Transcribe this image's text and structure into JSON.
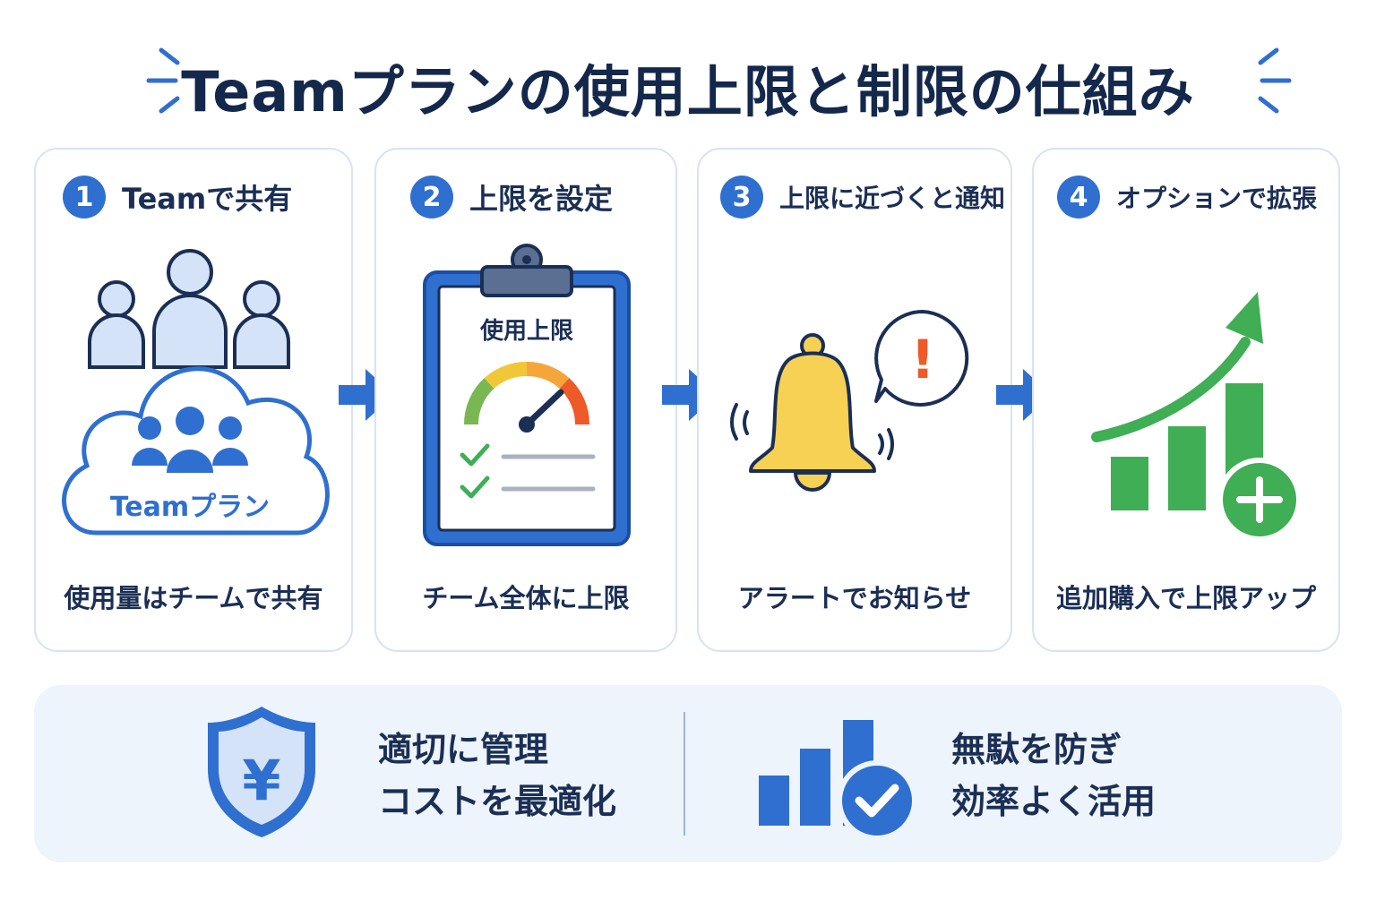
{
  "title": "Teamプランの使用上限と制限の仕組み",
  "steps": [
    {
      "number": "1",
      "title": "Teamで共有",
      "illustration_label": "Teamプラン",
      "caption": "使用量はチームで共有",
      "icon": "team-cloud-icon"
    },
    {
      "number": "2",
      "title": "上限を設定",
      "illustration_label": "使用上限",
      "caption": "チーム全体に上限",
      "icon": "clipboard-gauge-icon"
    },
    {
      "number": "3",
      "title": "上限に近づくと通知",
      "illustration_label": "!",
      "caption": "アラートでお知らせ",
      "icon": "bell-alert-icon"
    },
    {
      "number": "4",
      "title": "オプションで拡張",
      "illustration_label": "",
      "caption": "追加購入で上限アップ",
      "icon": "growth-chart-plus-icon"
    }
  ],
  "benefits": [
    {
      "icon": "yen-shield-icon",
      "line1": "適切に管理",
      "line2": "コストを最適化"
    },
    {
      "icon": "chart-check-icon",
      "line1": "無駄を防ぎ",
      "line2": "効率よく活用"
    }
  ],
  "colors": {
    "primary_blue": "#2f6fd0",
    "navy_text": "#14284b",
    "card_border": "#d6e3f5",
    "light_blue": "#d4e3f7",
    "bell_yellow": "#f7d154",
    "alert_orange": "#ee5a28",
    "green": "#3fae55",
    "bottom_panel": "#eef4fc"
  }
}
